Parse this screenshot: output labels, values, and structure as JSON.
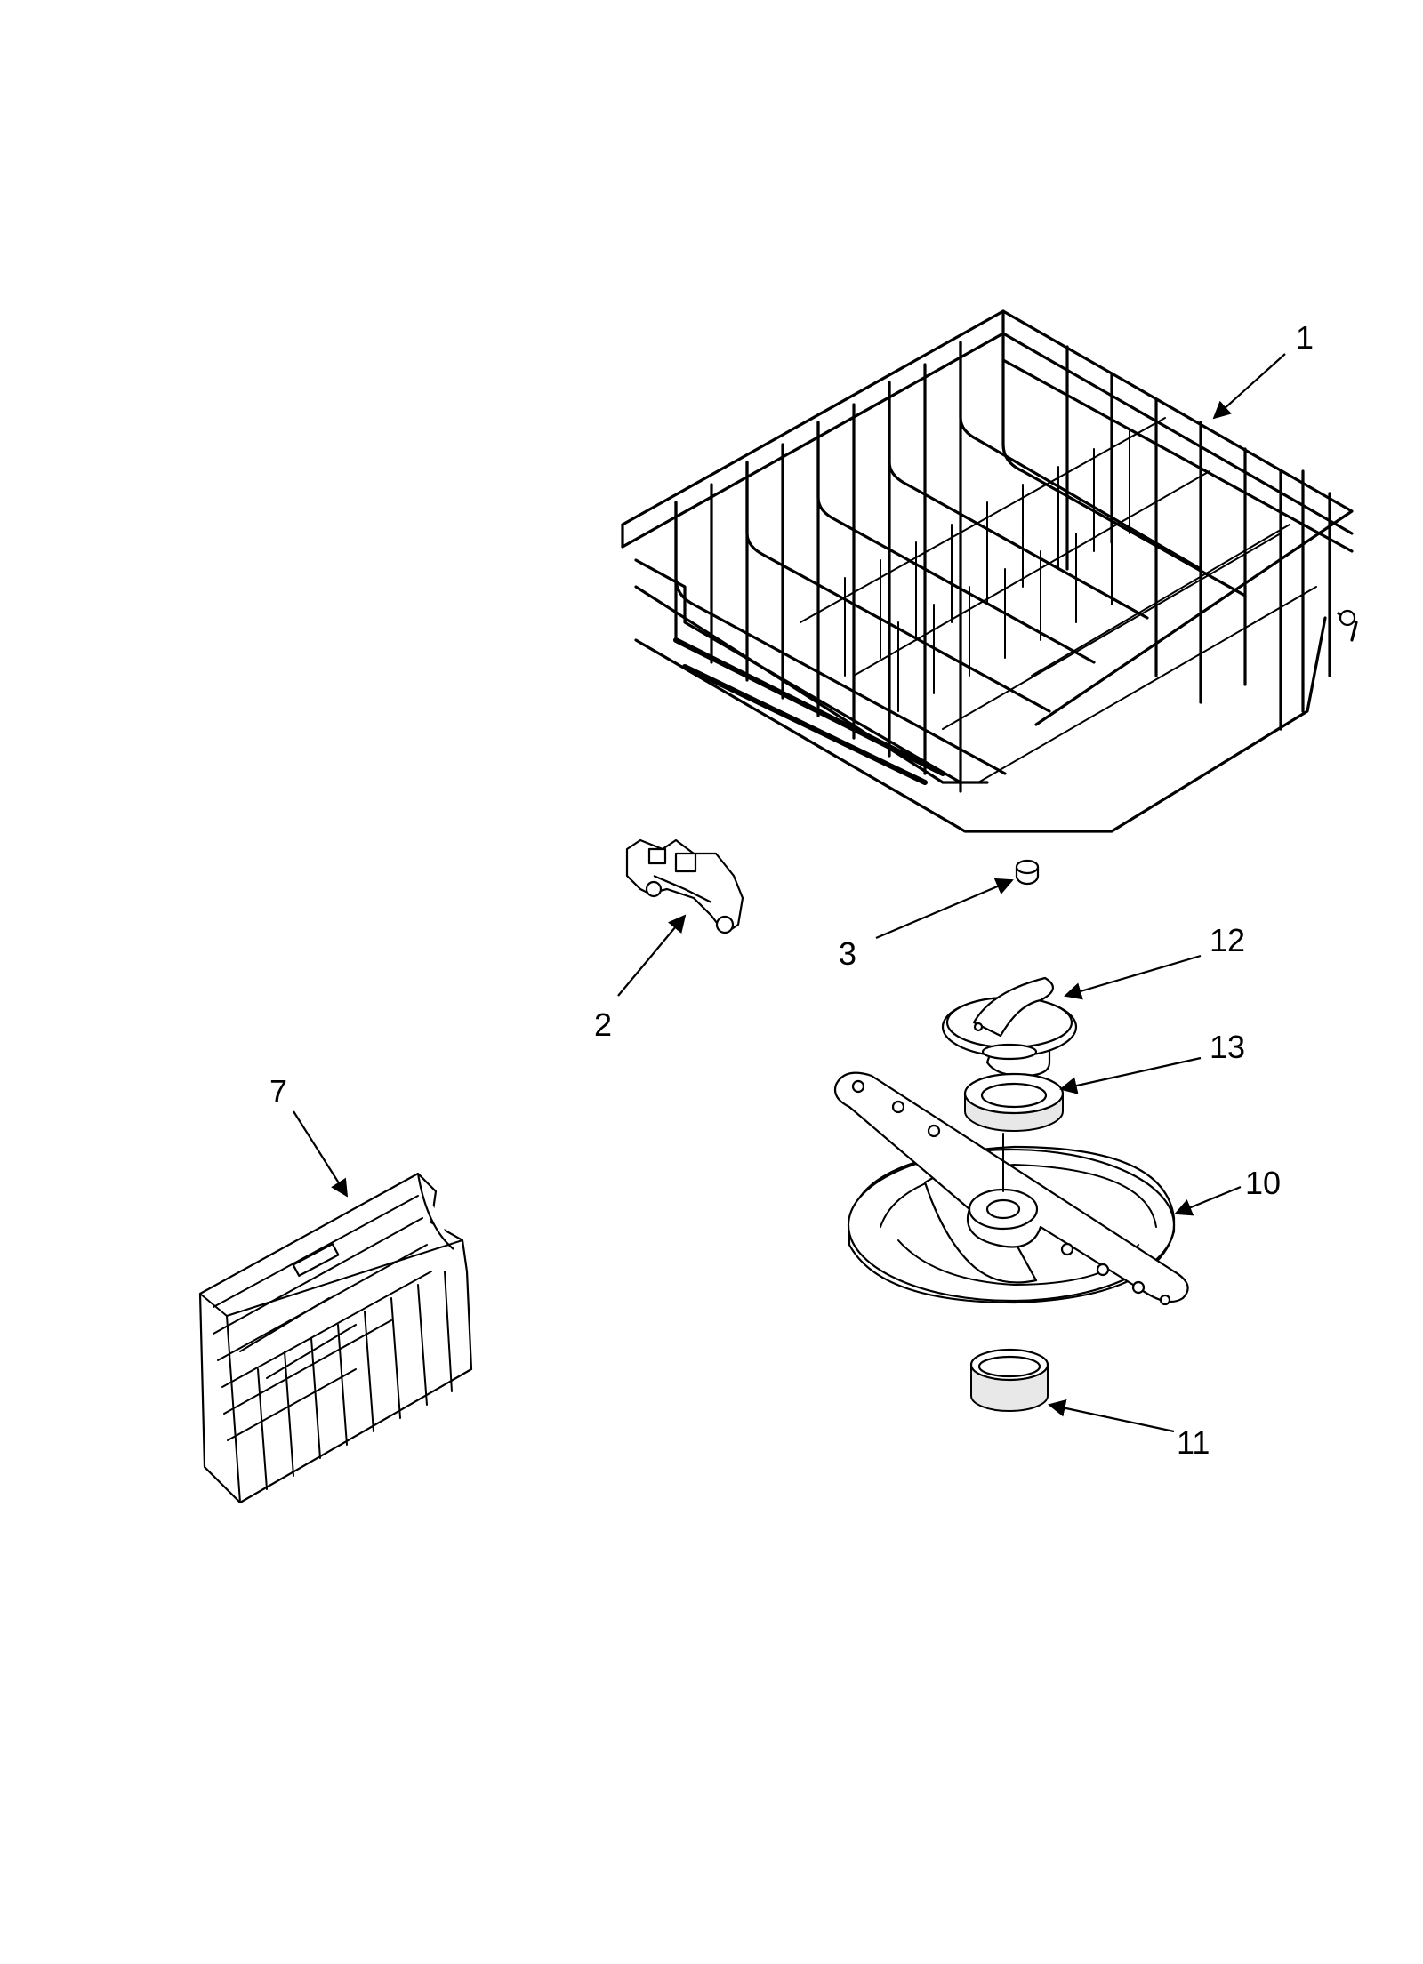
{
  "callouts": {
    "p1": "1",
    "p2": "2",
    "p3": "3",
    "p7": "7",
    "p10": "10",
    "p11": "11",
    "p12": "12",
    "p13": "13"
  },
  "parts": [
    {
      "ref": "1",
      "icon": "dish-rack-icon"
    },
    {
      "ref": "2",
      "icon": "rack-clip-icon"
    },
    {
      "ref": "3",
      "icon": "small-cap-icon"
    },
    {
      "ref": "7",
      "icon": "silverware-basket-icon"
    },
    {
      "ref": "10",
      "icon": "spray-arm-assembly-icon"
    },
    {
      "ref": "11",
      "icon": "seal-ring-icon"
    },
    {
      "ref": "12",
      "icon": "spray-arm-cap-icon"
    },
    {
      "ref": "13",
      "icon": "bearing-ring-icon"
    }
  ]
}
